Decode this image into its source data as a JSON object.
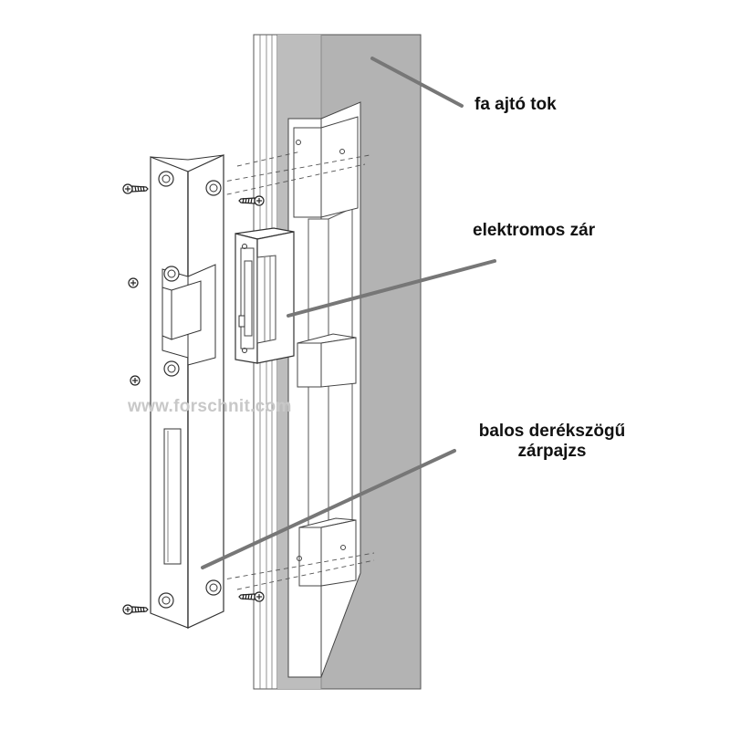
{
  "labels": {
    "frame": "fa ajtó tok",
    "lock": "elektromos zár",
    "strike_line1": "balos derékszögű",
    "strike_line2": "zárpajzs"
  },
  "watermark": "www.forschnit.com",
  "colors": {
    "frame_fill": "#b3b3b3",
    "frame_highlight": "#c4c4c4",
    "outline": "#333333",
    "leader_line": "#777777",
    "metal": "#ffffff"
  },
  "icons": [
    "screw-icon",
    "mounting-hole-icon"
  ]
}
